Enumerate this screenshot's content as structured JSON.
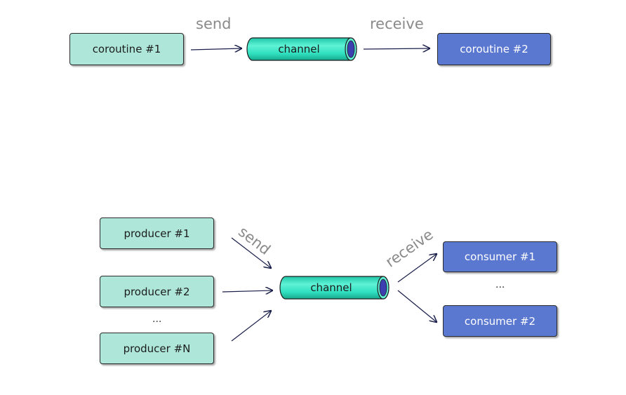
{
  "colors": {
    "light_fill": "#aee7da",
    "dark_fill": "#5b78d1",
    "pipe_fill": "#2fe0bf",
    "pipe_end": "#3b3fb0",
    "edge_label": "#8a8a8a",
    "arrow": "#1a1f4a"
  },
  "top": {
    "left_node": "coroutine #1",
    "right_node": "coroutine #2",
    "channel": "channel",
    "send": "send",
    "receive": "receive"
  },
  "bottom": {
    "producers": [
      "producer #1",
      "producer #2",
      "producer #N"
    ],
    "producer_ellipsis": "...",
    "consumers": [
      "consumer #1",
      "consumer #2"
    ],
    "consumer_ellipsis": "...",
    "channel": "channel",
    "send": "send",
    "receive": "receive"
  }
}
